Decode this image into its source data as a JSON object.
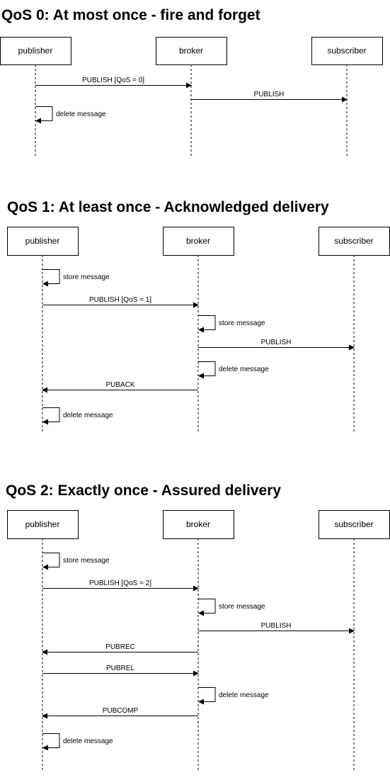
{
  "sections": [
    {
      "title": "QoS 0: At most once - fire and forget",
      "participants": [
        "publisher",
        "broker",
        "subscriber"
      ],
      "steps": [
        {
          "kind": "msg",
          "from": 0,
          "to": 1,
          "label": "PUBLISH [QoS = 0]"
        },
        {
          "kind": "msg",
          "from": 1,
          "to": 2,
          "label": "PUBLISH"
        },
        {
          "kind": "self",
          "at": 0,
          "label": "delete message"
        }
      ]
    },
    {
      "title": "QoS 1: At least once - Acknowledged delivery",
      "participants": [
        "publisher",
        "broker",
        "subscriber"
      ],
      "steps": [
        {
          "kind": "self",
          "at": 0,
          "label": "store message"
        },
        {
          "kind": "msg",
          "from": 0,
          "to": 1,
          "label": "PUBLISH [QoS = 1]"
        },
        {
          "kind": "self",
          "at": 1,
          "label": "store message"
        },
        {
          "kind": "msg",
          "from": 1,
          "to": 2,
          "label": "PUBLISH"
        },
        {
          "kind": "self",
          "at": 1,
          "label": "delete message"
        },
        {
          "kind": "msg",
          "from": 1,
          "to": 0,
          "label": "PUBACK"
        },
        {
          "kind": "self",
          "at": 0,
          "label": "delete message"
        }
      ]
    },
    {
      "title": "QoS 2: Exactly once - Assured delivery",
      "participants": [
        "publisher",
        "broker",
        "subscriber"
      ],
      "steps": [
        {
          "kind": "self",
          "at": 0,
          "label": "store message"
        },
        {
          "kind": "msg",
          "from": 0,
          "to": 1,
          "label": "PUBLISH [QoS = 2]"
        },
        {
          "kind": "self",
          "at": 1,
          "label": "store message"
        },
        {
          "kind": "msg",
          "from": 1,
          "to": 2,
          "label": "PUBLISH"
        },
        {
          "kind": "msg",
          "from": 1,
          "to": 0,
          "label": "PUBREC"
        },
        {
          "kind": "msg",
          "from": 0,
          "to": 1,
          "label": "PUBREL"
        },
        {
          "kind": "self",
          "at": 1,
          "label": "delete message"
        },
        {
          "kind": "msg",
          "from": 1,
          "to": 0,
          "label": "PUBCOMP"
        },
        {
          "kind": "self",
          "at": 0,
          "label": "delete message"
        }
      ]
    }
  ]
}
